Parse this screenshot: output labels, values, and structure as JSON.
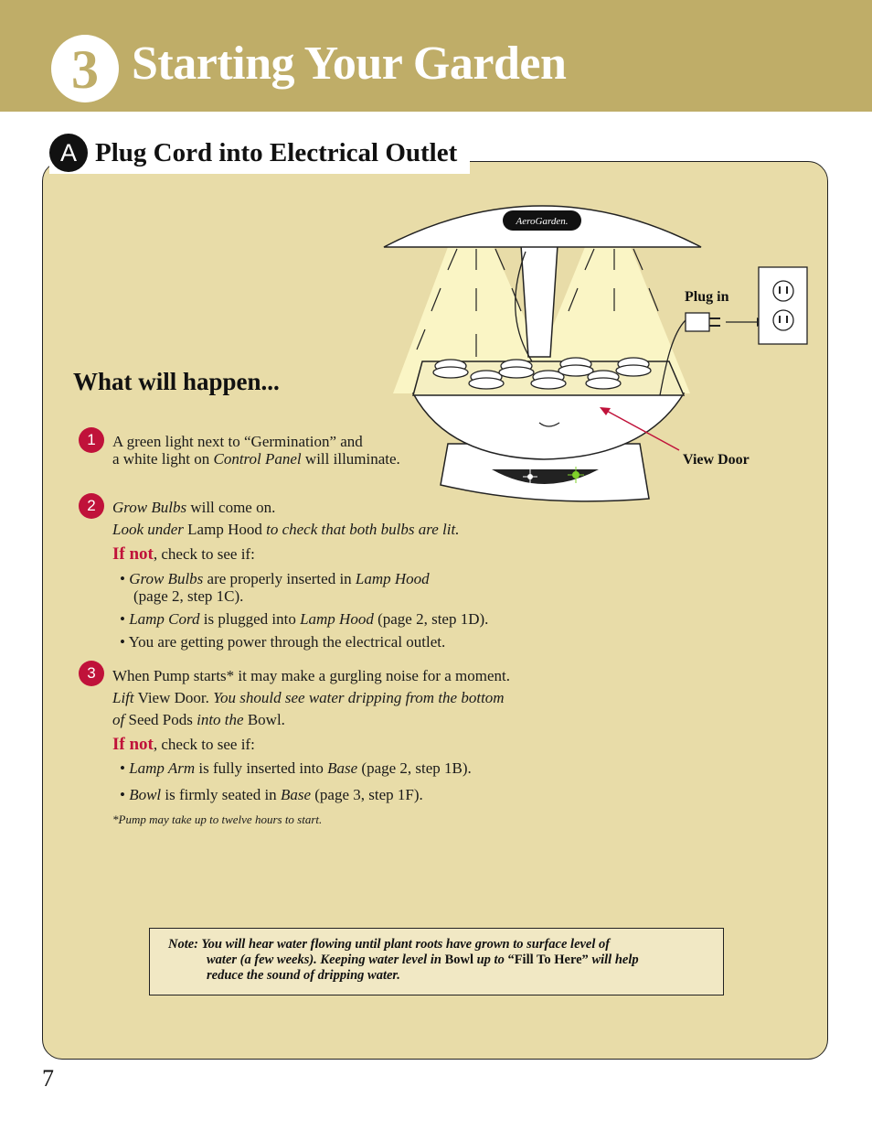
{
  "header": {
    "step_number": "3",
    "title": "Starting Your Garden"
  },
  "section": {
    "letter": "A",
    "title": "Plug Cord into Electrical Outlet"
  },
  "diagram": {
    "brand": "AeroGarden.",
    "plug_label": "Plug in",
    "view_door_label": "View Door"
  },
  "what_title": "What will happen...",
  "steps": [
    {
      "number": "1",
      "line1": "A green light next to “Germination” and",
      "line2_a": "a white light on ",
      "line2_b": "Control Panel",
      "line2_c": " will illuminate."
    },
    {
      "number": "2",
      "line1_a": "Grow Bulbs",
      "line1_b": " will come on.",
      "line2_a": "Look under ",
      "line2_b": "Lamp Hood",
      "line2_c": " to check that both bulbs are lit.",
      "ifnot_red": "If not",
      "ifnot_rest": ", check to see if:",
      "b1_a": "Grow Bulbs",
      "b1_b": " are properly inserted in ",
      "b1_c": "Lamp Hood",
      "b1_d": "(page 2, step 1C).",
      "b2_a": "Lamp Cord",
      "b2_b": " is plugged into ",
      "b2_c": "Lamp Hood",
      "b2_d": " (page 2, step 1D).",
      "b3": "You are getting power through the electrical outlet."
    },
    {
      "number": "3",
      "line1": "When Pump starts* it may make a gurgling noise for a moment.",
      "line2_a": "Lift",
      "line2_b": " View Door. ",
      "line2_c": "You should see water dripping from the bottom",
      "line3_a": "of",
      "line3_b": " Seed Pods ",
      "line3_c": "into the",
      "line3_d": " Bowl.",
      "ifnot_red": "If not",
      "ifnot_rest": ", check to see if:",
      "b1_a": "Lamp Arm",
      "b1_b": " is fully inserted into ",
      "b1_c": "Base",
      "b1_d": " (page 2, step 1B).",
      "b2_a": "Bowl",
      "b2_b": " is firmly seated in ",
      "b2_c": "Base",
      "b2_d": " (page 3, step 1F)."
    }
  ],
  "footnote": "*Pump may take up to twelve hours to start.",
  "note": {
    "line1": "Note: You will hear water flowing until plant roots have grown to surface level of",
    "line2_a": "water (a few weeks). Keeping water level in ",
    "line2_b": "Bowl",
    "line2_c": " up to ",
    "line2_d": "“Fill To Here”",
    "line2_e": " will help",
    "line3": "reduce the sound of dripping water."
  },
  "page_number": "7",
  "colors": {
    "banner": "#bfad68",
    "panel": "#e8dca8",
    "accent_red": "#c0123a"
  }
}
